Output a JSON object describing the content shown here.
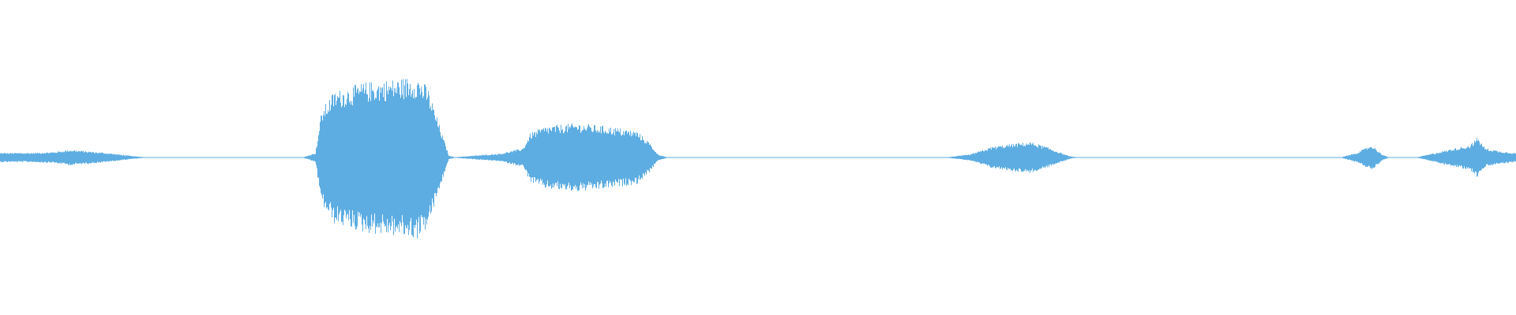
{
  "waveform": {
    "color": "#5dade2",
    "background": "#ffffff",
    "time_start_fraction": 0.0,
    "time_end_fraction": 1.0,
    "amplitude_range": [
      -1,
      1
    ],
    "envelope_keyframes": [
      [
        0.0,
        0.03
      ],
      [
        0.02,
        0.03
      ],
      [
        0.035,
        0.035
      ],
      [
        0.046,
        0.05
      ],
      [
        0.058,
        0.04
      ],
      [
        0.07,
        0.03
      ],
      [
        0.085,
        0.012
      ],
      [
        0.095,
        0.002
      ],
      [
        0.2,
        0.002
      ],
      [
        0.208,
        0.03
      ],
      [
        0.212,
        0.3
      ],
      [
        0.22,
        0.42
      ],
      [
        0.24,
        0.48
      ],
      [
        0.26,
        0.5
      ],
      [
        0.275,
        0.52
      ],
      [
        0.282,
        0.45
      ],
      [
        0.29,
        0.2
      ],
      [
        0.296,
        0.012
      ],
      [
        0.3,
        0.002
      ],
      [
        0.31,
        0.01
      ],
      [
        0.33,
        0.025
      ],
      [
        0.345,
        0.06
      ],
      [
        0.35,
        0.16
      ],
      [
        0.36,
        0.2
      ],
      [
        0.38,
        0.22
      ],
      [
        0.4,
        0.2
      ],
      [
        0.42,
        0.17
      ],
      [
        0.428,
        0.1
      ],
      [
        0.434,
        0.02
      ],
      [
        0.44,
        0.002
      ],
      [
        0.625,
        0.002
      ],
      [
        0.64,
        0.02
      ],
      [
        0.655,
        0.07
      ],
      [
        0.67,
        0.09
      ],
      [
        0.68,
        0.1
      ],
      [
        0.69,
        0.07
      ],
      [
        0.7,
        0.03
      ],
      [
        0.706,
        0.008
      ],
      [
        0.71,
        0.002
      ],
      [
        0.885,
        0.002
      ],
      [
        0.895,
        0.03
      ],
      [
        0.905,
        0.08
      ],
      [
        0.912,
        0.02
      ],
      [
        0.916,
        0.002
      ],
      [
        0.935,
        0.002
      ],
      [
        0.945,
        0.025
      ],
      [
        0.96,
        0.06
      ],
      [
        0.97,
        0.08
      ],
      [
        0.975,
        0.13
      ],
      [
        0.98,
        0.06
      ],
      [
        0.99,
        0.04
      ],
      [
        1.0,
        0.03
      ]
    ]
  }
}
